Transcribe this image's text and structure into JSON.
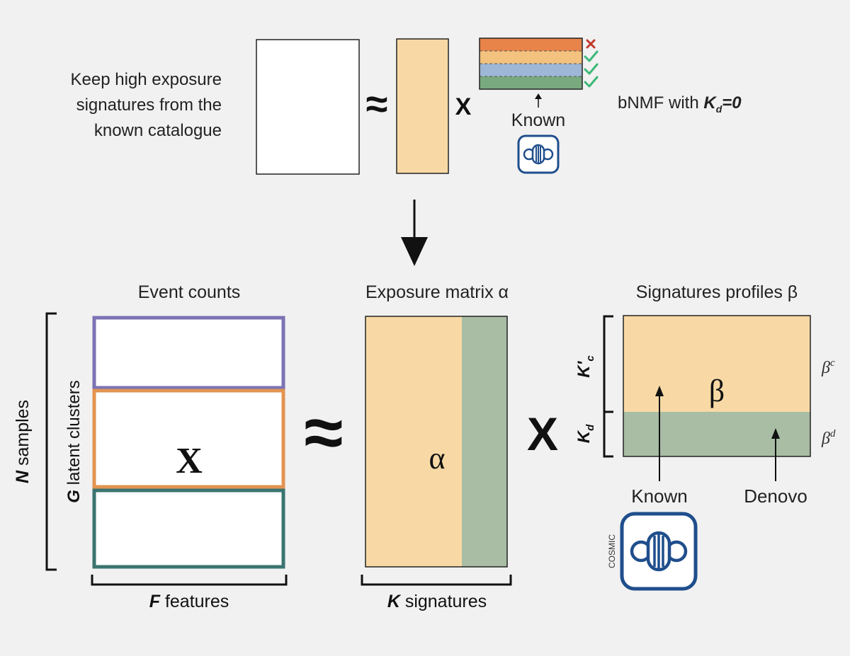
{
  "top": {
    "description_lines": [
      "Keep high exposure",
      "signatures from the",
      "known catalogue"
    ],
    "approx_symbol": "≈",
    "times_symbol": "X",
    "known_label": "Known",
    "method_prefix": "bNMF with ",
    "method_var": "K",
    "method_sub": "d",
    "method_suffix": "=0",
    "catalogue_rows": [
      {
        "color": "#e8844a",
        "status": "rejected"
      },
      {
        "color": "#f3c27e",
        "status": "kept"
      },
      {
        "color": "#9fb7d6",
        "status": "kept"
      },
      {
        "color": "#79aa7f",
        "status": "kept"
      }
    ]
  },
  "bottom": {
    "event_counts_title": "Event counts",
    "exposure_title": "Exposure matrix α",
    "signatures_title": "Signatures profiles β",
    "n_label_var": "N",
    "n_label_text": " samples",
    "g_label_var": "G",
    "g_label_text": " latent clusters",
    "x_matrix_label": "X",
    "approx_symbol": "≈",
    "alpha_symbol": "α",
    "times_symbol": "X",
    "beta_symbol": "β",
    "kc_label_var": "K'",
    "kc_label_sub": "c",
    "kd_label_var": "K",
    "kd_label_sub": "d",
    "beta_c_label": "β",
    "beta_c_sup": "c",
    "beta_d_label": "β",
    "beta_d_sup": "d",
    "f_label_var": "F",
    "f_label_text": " features",
    "k_label_var": "K",
    "k_label_text": " signatures",
    "known_label": "Known",
    "denovo_label": "Denovo",
    "cosmic_label": "COSMIC"
  },
  "colors": {
    "peach": "#f8d9a5",
    "green": "#a8bda4",
    "purple": "#7b73b4",
    "orange": "#e29451",
    "teal": "#3a7470",
    "cosmic_blue": "#1f4e8c",
    "cross_red": "#c0392b",
    "check_green": "#3cb878"
  }
}
